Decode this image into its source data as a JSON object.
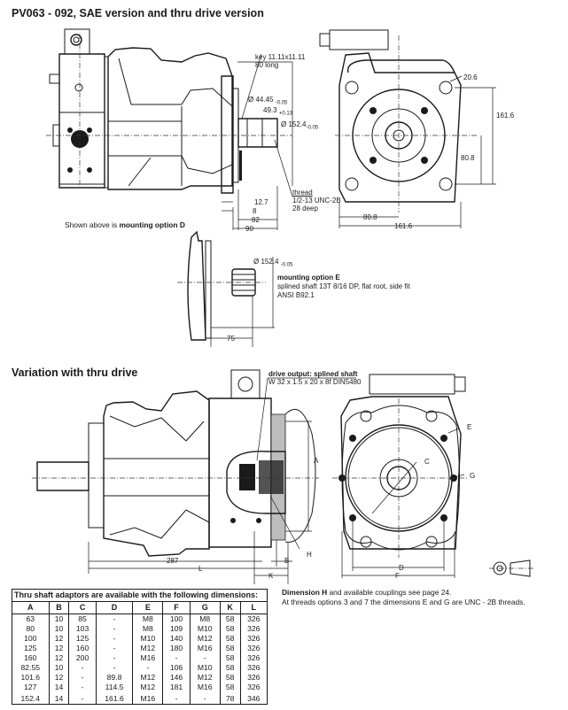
{
  "section1": {
    "title": "PV063 - 092, SAE version and thru drive version",
    "side_view": {
      "key_label_line1": "key 11.11x11.11",
      "key_label_line2": "80 long",
      "dia_shaft": "Ø 44.45",
      "dia_shaft_tol": "-0.05",
      "key_height": "49.3",
      "key_height_tol": "+0.13",
      "dia_pilot": "Ø 152.4",
      "dia_pilot_tol": "-0.05",
      "thread_line1": "thread",
      "thread_line2": "1/2-13 UNC-2B",
      "thread_line3": "28 deep",
      "dim_12_7": "12.7",
      "dim_8": "8",
      "dim_82": "82",
      "dim_90": "90"
    },
    "front_view": {
      "dim_hole": "20.6",
      "dim_height": "161.6",
      "dim_half_height": "80.8",
      "dim_half_width": "80.8",
      "dim_width": "161.6"
    },
    "caption_prefix": "Shown above is ",
    "caption_bold": "mounting option D",
    "option_e": {
      "dia_pilot": "Ø 152.4",
      "dia_pilot_tol": "-0.05",
      "title": "mounting option E",
      "line2": "splined shaft 13T 8/16 DP, flat root, side fit",
      "line3": "ANSI B92.1",
      "dim_75": "75"
    }
  },
  "section2": {
    "title": "Variation with thru drive",
    "drive_output_title": "drive output: splined shaft",
    "drive_output_spec": "W 32 x 1.5 x 20 x 8f DIN5480",
    "labels": {
      "A": "A",
      "B": "B",
      "C": "C",
      "D": "D",
      "E": "E",
      "F": "F",
      "G": "G",
      "H": "H",
      "K": "K",
      "L": "L",
      "dim_287": "287"
    }
  },
  "table": {
    "caption": "Thru shaft adaptors are available with the following dimensions:",
    "headers": [
      "A",
      "B",
      "C",
      "D",
      "E",
      "F",
      "G",
      "K",
      "L"
    ],
    "rows": [
      [
        "63",
        "10",
        "85",
        "-",
        "M8",
        "100",
        "M8",
        "58",
        "326"
      ],
      [
        "80",
        "10",
        "103",
        "-",
        "M8",
        "109",
        "M10",
        "58",
        "326"
      ],
      [
        "100",
        "12",
        "125",
        "-",
        "M10",
        "140",
        "M12",
        "58",
        "326"
      ],
      [
        "125",
        "12",
        "160",
        "-",
        "M12",
        "180",
        "M16",
        "58",
        "326"
      ],
      [
        "160",
        "12",
        "200",
        "-",
        "M16",
        "-",
        "-",
        "58",
        "326"
      ],
      [
        "82.55",
        "10",
        "-",
        "-",
        "-",
        "106",
        "M10",
        "58",
        "326"
      ],
      [
        "101.6",
        "12",
        "-",
        "89.8",
        "M12",
        "146",
        "M12",
        "58",
        "326"
      ],
      [
        "127",
        "14",
        "-",
        "114.5",
        "M12",
        "181",
        "M16",
        "58",
        "326"
      ],
      [
        "152.4",
        "14",
        "-",
        "161.6",
        "M16",
        "-",
        "-",
        "78",
        "346"
      ]
    ]
  },
  "note": {
    "bold": "Dimension H",
    "line1_rest": " and available couplings see page 24.",
    "line2": "At threads options 3 and 7 the dimensions E and G are UNC - 2B threads."
  },
  "icons": {
    "projection_symbol": "first-angle-projection-icon"
  }
}
